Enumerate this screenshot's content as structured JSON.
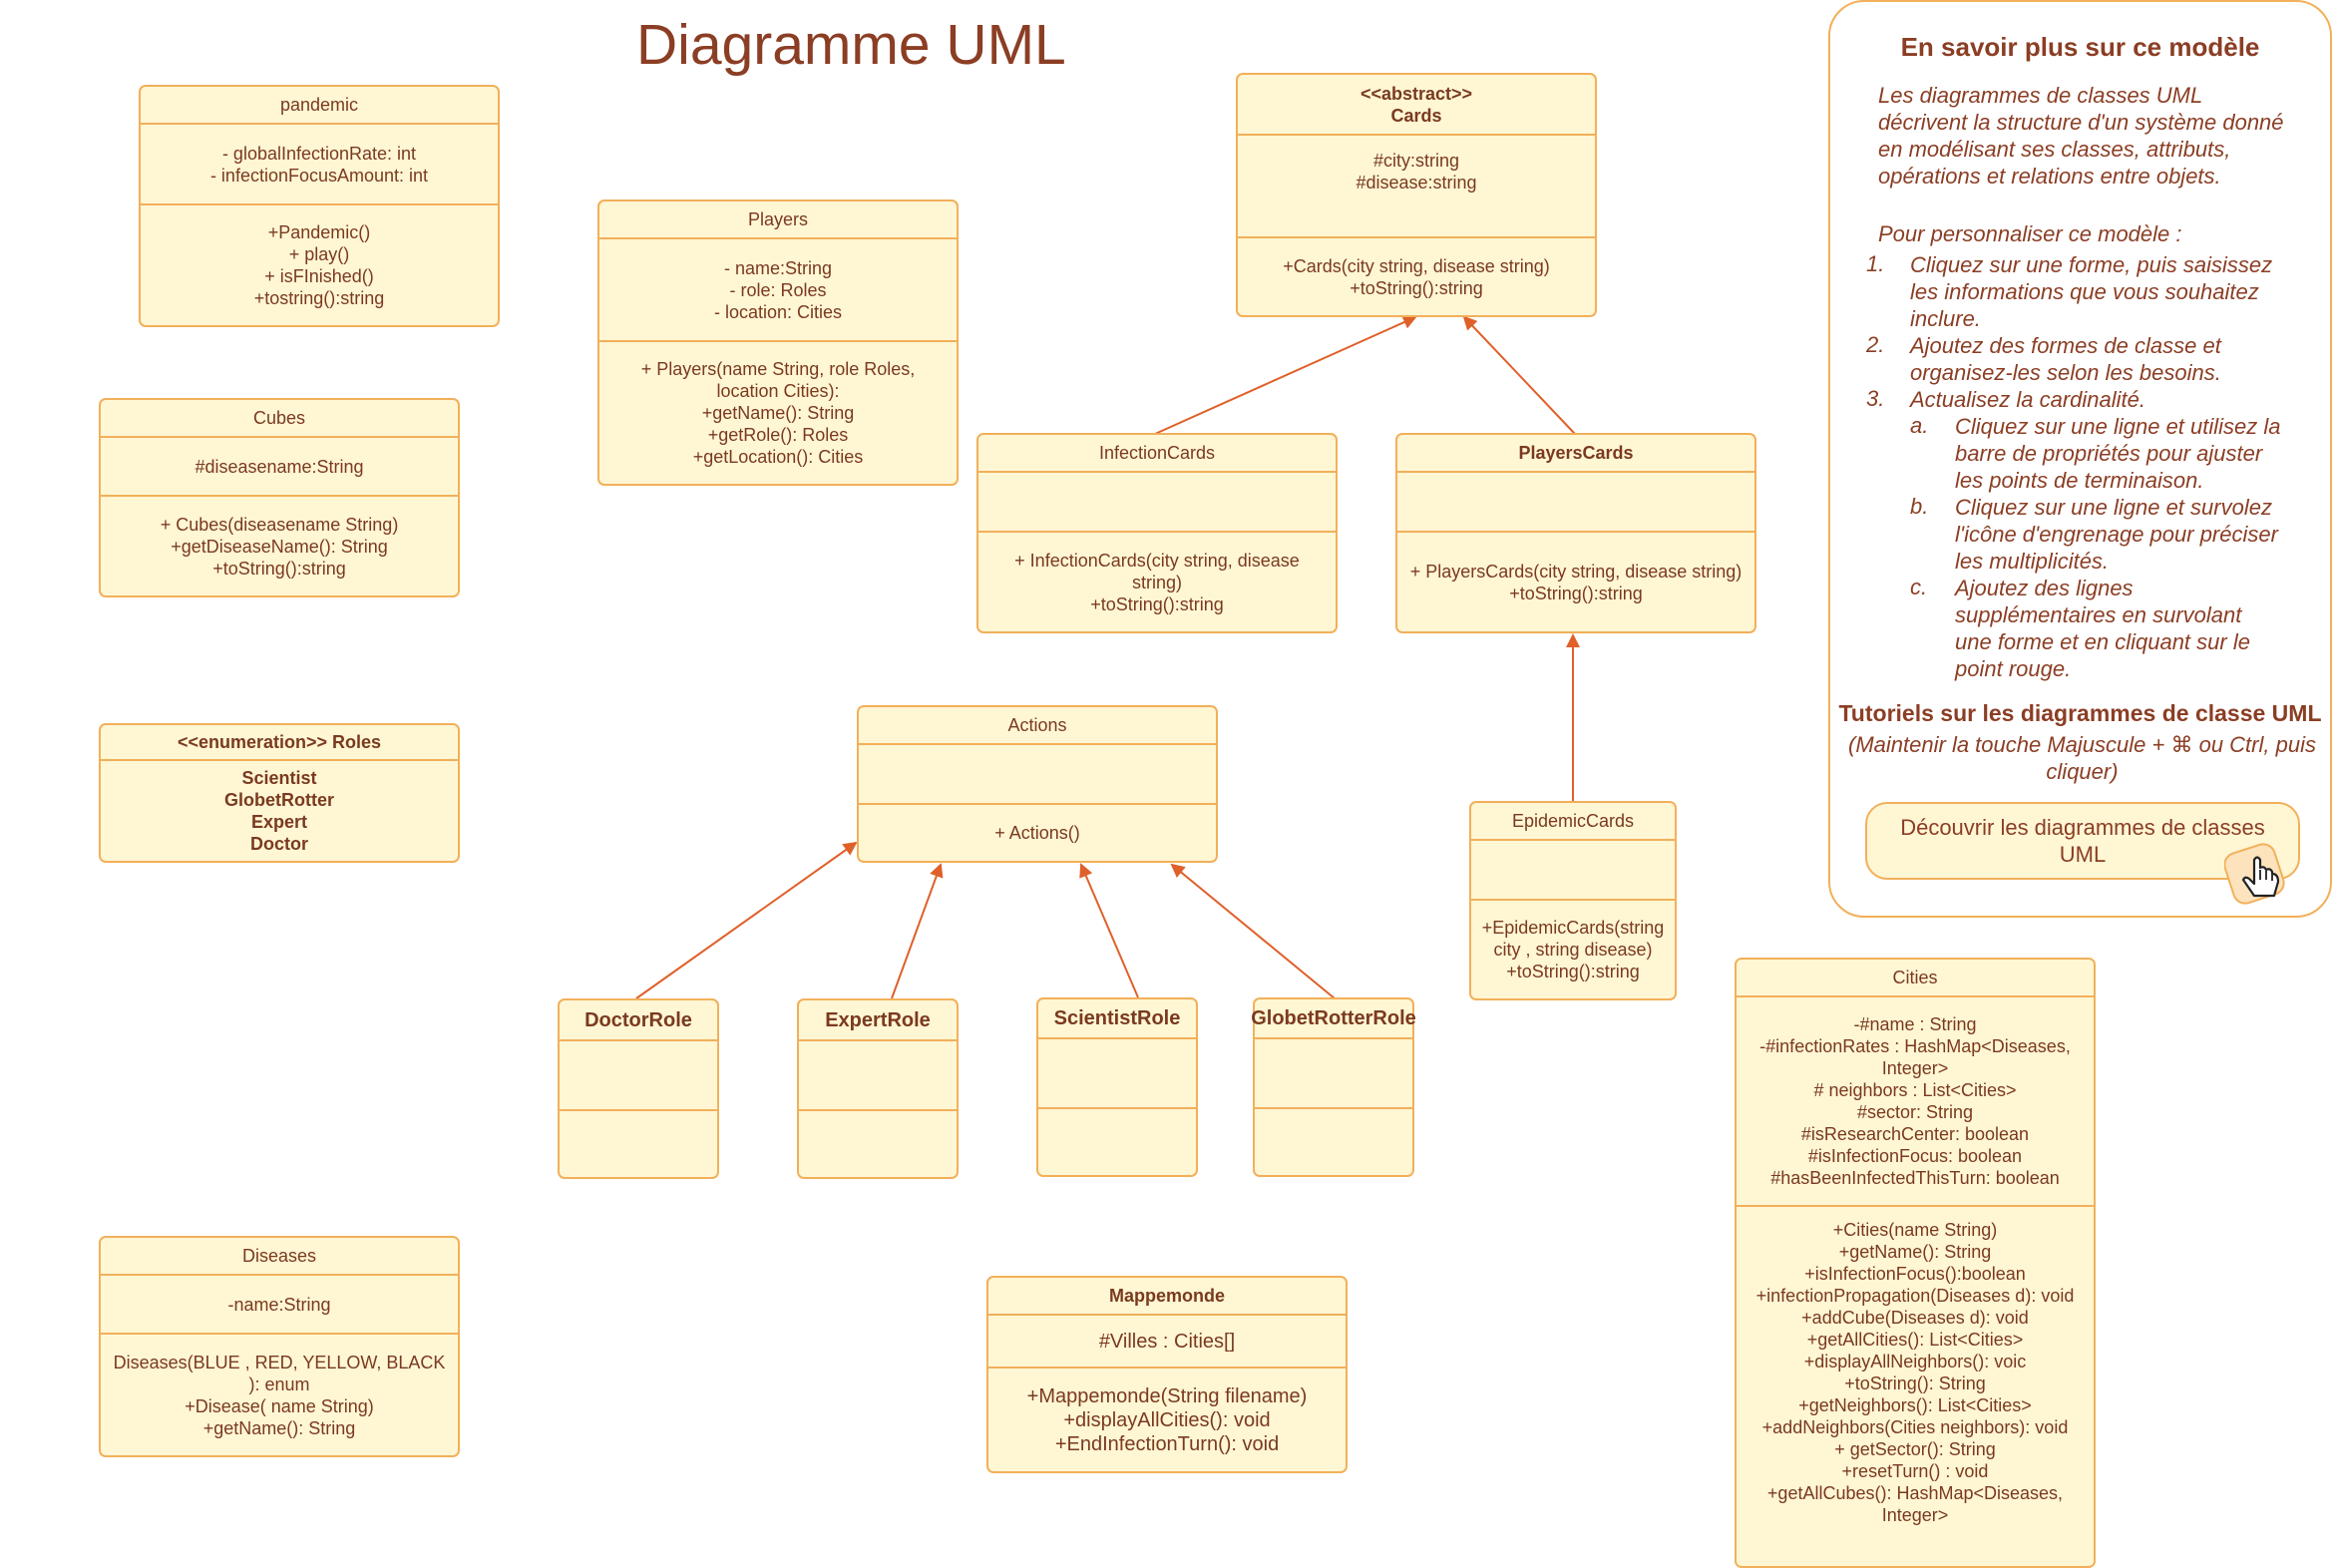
{
  "title": "Diagramme UML",
  "classes": {
    "pandemic": {
      "name": "pandemic",
      "attributes": [
        "- globalInfectionRate: int",
        "- infectionFocusAmount: int"
      ],
      "methods": [
        "+Pandemic()",
        "+ play()",
        "+ isFInished()",
        "+tostring():string"
      ]
    },
    "cubes": {
      "name": "Cubes",
      "attributes": [
        "#diseasename:String"
      ],
      "methods": [
        "+ Cubes(diseasename String)",
        "+getDiseaseName(): String",
        "+toString():string"
      ]
    },
    "roles": {
      "name": "<<enumeration>> Roles",
      "values": [
        "Scientist",
        "GlobetRotter",
        "Expert",
        "Doctor"
      ]
    },
    "diseases": {
      "name": "Diseases",
      "attributes": [
        "-name:String"
      ],
      "methods": [
        "Diseases(BLUE , RED, YELLOW, BLACK",
        "): enum",
        "+Disease( name String)",
        "+getName(): String"
      ]
    },
    "players": {
      "name": "Players",
      "attributes": [
        "- name:String",
        "- role: Roles",
        "- location: Cities"
      ],
      "methods": [
        "+ Players(name String, role Roles,",
        "location Cities):",
        "+getName(): String",
        "+getRole(): Roles",
        "+getLocation(): Cities"
      ]
    },
    "cards": {
      "stereotype": "<<abstract>>",
      "name": "Cards",
      "attributes": [
        "#city:string",
        "#disease:string"
      ],
      "methods": [
        "+Cards(city string, disease string)",
        "+toString():string"
      ]
    },
    "infection_cards": {
      "name": "InfectionCards",
      "methods": [
        "+ InfectionCards(city string, disease",
        "string)",
        "+toString():string"
      ]
    },
    "players_cards": {
      "name": "PlayersCards",
      "methods": [
        "+ PlayersCards(city string, disease string)",
        "+toString():string"
      ]
    },
    "epidemic_cards": {
      "name": "EpidemicCards",
      "methods": [
        "+EpidemicCards(string",
        "city , string disease)",
        "+toString():string"
      ]
    },
    "actions": {
      "name": "Actions",
      "methods": [
        "+ Actions()"
      ]
    },
    "doctor_role": {
      "name": "DoctorRole"
    },
    "expert_role": {
      "name": "ExpertRole"
    },
    "scientist_role": {
      "name": "ScientistRole"
    },
    "globetrotter_role": {
      "name": "GlobetRotterRole"
    },
    "mappemonde": {
      "name": "Mappemonde",
      "attributes": [
        "#Villes : Cities[]"
      ],
      "methods": [
        "+Mappemonde(String filename)",
        "+displayAllCities(): void",
        "+EndInfectionTurn(): void"
      ]
    },
    "cities": {
      "name": "Cities",
      "attributes": [
        "-#name : String",
        "-#infectionRates : HashMap<Diseases,",
        "Integer>",
        "# neighbors : List<Cities>",
        "#sector: String",
        "#isResearchCenter: boolean",
        "#isInfectionFocus: boolean",
        "#hasBeenInfectedThisTurn: boolean"
      ],
      "methods": [
        "+Cities(name String)",
        "+getName(): String",
        "+isInfectionFocus():boolean",
        "+infectionPropagation(Diseases d): void",
        "+addCube(Diseases d): void",
        "+getAllCities(): List<Cities>",
        "+displayAllNeighbors(): voic",
        "+toString(): String",
        "+getNeighbors(): List<Cities>",
        "+addNeighbors(Cities neighbors): void",
        "+ getSector(): String",
        "+resetTurn() : void",
        "+getAllCubes(): HashMap<Diseases,",
        "Integer>"
      ]
    }
  },
  "info_panel": {
    "title": "En savoir plus sur ce modèle",
    "description": [
      "Les diagrammes de classes UML",
      "décrivent la structure d'un système donné",
      "en modélisant ses classes, attributs,",
      "opérations et relations entre objets."
    ],
    "customize_intro": "Pour personnaliser ce modèle :",
    "steps": [
      {
        "num": "1.",
        "lines": [
          "Cliquez sur une forme, puis saisissez",
          "les informations que vous souhaitez",
          "inclure."
        ]
      },
      {
        "num": "2.",
        "lines": [
          "Ajoutez des formes de classe et",
          "organisez-les selon les besoins."
        ]
      },
      {
        "num": "3.",
        "lines": [
          "Actualisez la cardinalité."
        ]
      }
    ],
    "substeps": [
      {
        "num": "a.",
        "lines": [
          "Cliquez sur une ligne et utilisez la",
          "barre de propriétés pour ajuster",
          "les points de terminaison."
        ]
      },
      {
        "num": "b.",
        "lines": [
          "Cliquez sur une ligne et survolez",
          "l'icône d'engrenage pour préciser",
          "les multiplicités."
        ]
      },
      {
        "num": "c.",
        "lines": [
          "Ajoutez des lignes",
          "supplémentaires en survolant",
          "une forme et en cliquant sur le",
          "point rouge."
        ]
      }
    ],
    "tutorials_title": "Tutoriels sur les diagrammes de classe UML",
    "tutorials_hint": [
      "(Maintenir la touche Majuscule + ⌘ ou Ctrl, puis",
      "cliquer)"
    ],
    "discover_button": [
      "Découvrir les diagrammes de classes",
      "UML"
    ]
  },
  "colors": {
    "class_fill": "#fff6d4",
    "class_border": "#f2b05a",
    "text": "#7a3a1f",
    "title": "#8b3e24",
    "arrow": "#e0602a"
  }
}
